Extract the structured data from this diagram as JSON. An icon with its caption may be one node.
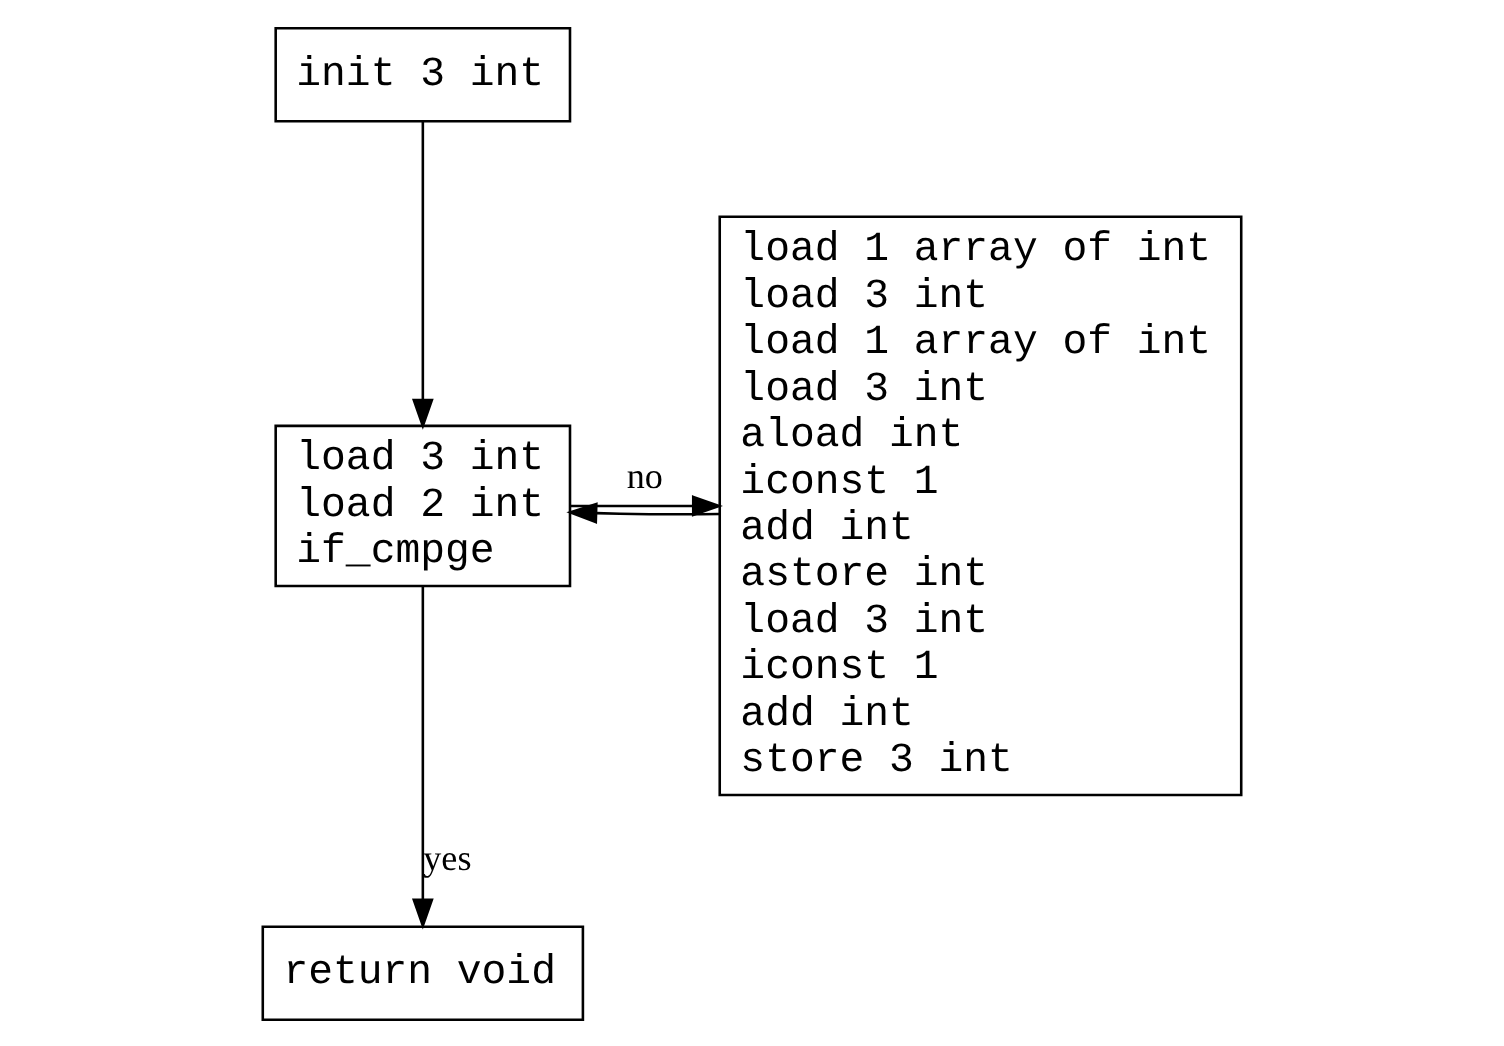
{
  "diagram": {
    "nodes": [
      {
        "text": [
          "init 3 int"
        ]
      },
      {
        "text": [
          "load 3 int",
          "load 2 int",
          "if_cmpge"
        ]
      },
      {
        "text": [
          "return void"
        ]
      },
      {
        "text": [
          "load 1 array of int",
          "load 3 int",
          "load 1 array of int",
          "load 3 int",
          "aload int",
          "iconst 1",
          "add int",
          "astore int",
          "load 3 int",
          "iconst 1",
          "add int",
          "store 3 int"
        ]
      }
    ],
    "edges": [
      {
        "from": 0,
        "to": 1,
        "arrow": "to"
      },
      {
        "from": 1,
        "to": 3,
        "arrow": "to",
        "label": "no"
      },
      {
        "from": 1,
        "to": 2,
        "arrow": "to",
        "label": "yes"
      },
      {
        "from": 3,
        "to": 1,
        "arrow": "to"
      }
    ]
  }
}
